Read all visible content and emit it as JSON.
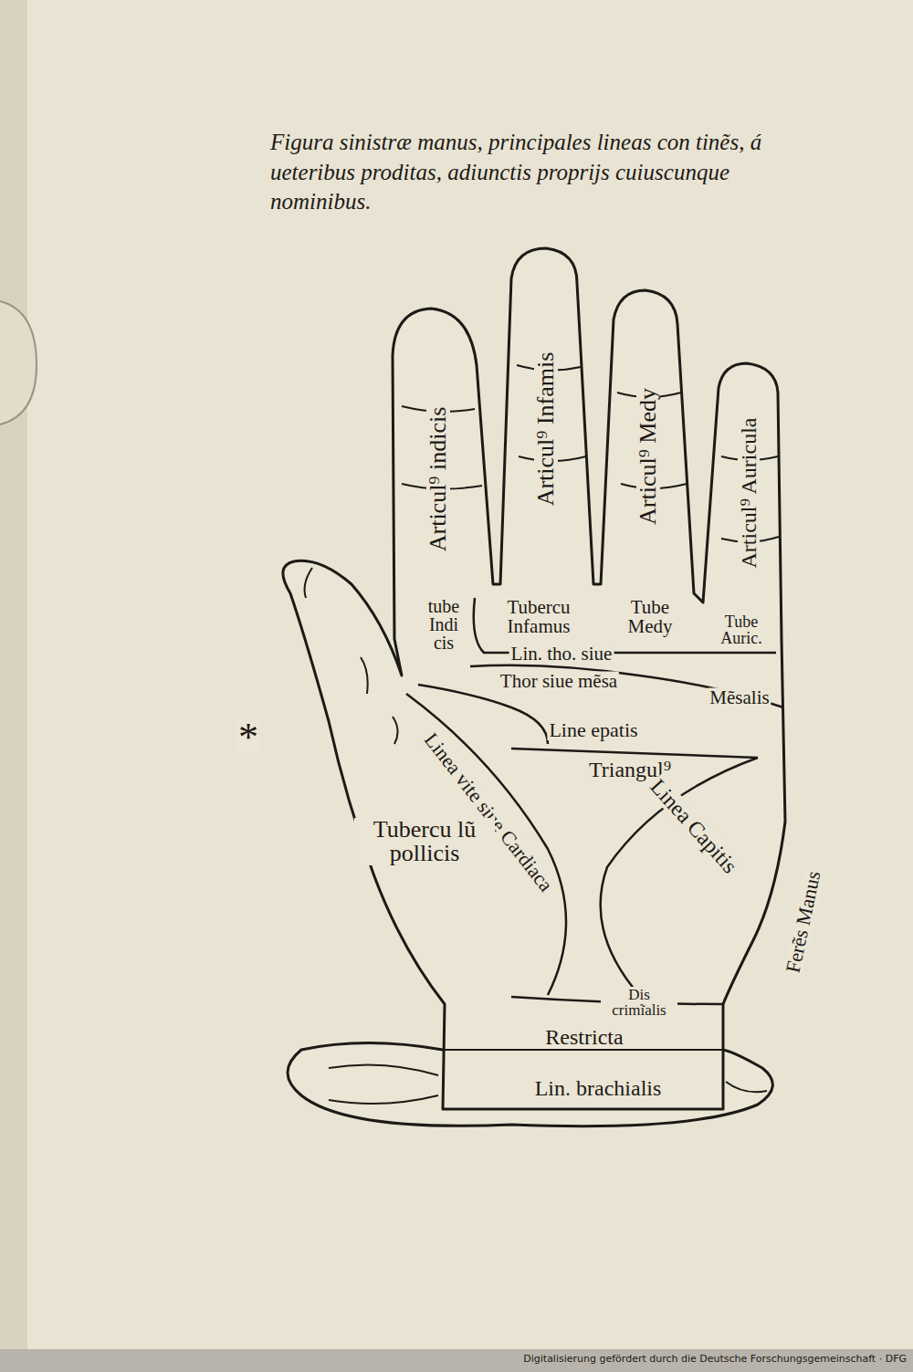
{
  "diagram": {
    "title": "Figura sinistræ manus, principales lineas con tinẽs, á ueteribus proditas, adiunctis proprijs cuiuscunque nominibus.",
    "labels": [
      "Articul⁹ indicis",
      "Articul⁹ Infamis",
      "Articul⁹ Medy",
      "Articul⁹ Auricula",
      "tube Indi cis",
      "Tubercu Infamus",
      "Tube Medy",
      "Tube Auric.",
      "Lin. tho. siue",
      "Thor siue mẽsa",
      "Mẽsalis",
      "Line epatis",
      "Triangul⁹",
      "Linea vite siue Cardiaca",
      "Tubercu lũ pollicis",
      "Linea Capitis",
      "Dis crimĩalis",
      "Restricta",
      "Lin. brachialis",
      "Ferẽs Manus",
      "*",
      "Digitalisierung gefördert durch die Deutsche Forschungsgemeinschaft · DFG"
    ]
  }
}
